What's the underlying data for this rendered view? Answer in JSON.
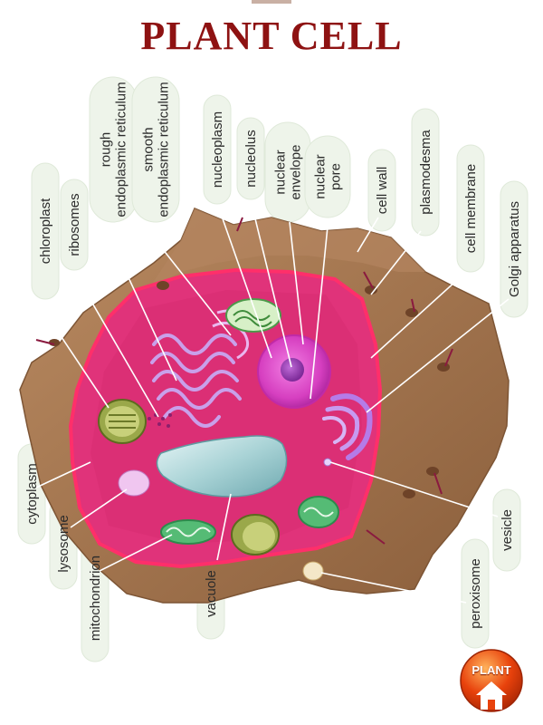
{
  "title": "PLANT CELL",
  "labels": [
    {
      "id": "chloroplast",
      "lines": [
        "chloroplast"
      ]
    },
    {
      "id": "ribosomes",
      "lines": [
        "ribosomes"
      ]
    },
    {
      "id": "rough-er",
      "lines": [
        "rough",
        "endoplasmic reticulum"
      ]
    },
    {
      "id": "smooth-er",
      "lines": [
        "smooth",
        "endoplasmic reticulum"
      ]
    },
    {
      "id": "nucleoplasm",
      "lines": [
        "nucleoplasm"
      ]
    },
    {
      "id": "nucleolus",
      "lines": [
        "nucleolus"
      ]
    },
    {
      "id": "nuclear-envelope",
      "lines": [
        "nuclear",
        "envelope"
      ]
    },
    {
      "id": "nuclear-pore",
      "lines": [
        "nuclear",
        "pore"
      ]
    },
    {
      "id": "cell-wall",
      "lines": [
        "cell wall"
      ]
    },
    {
      "id": "plasmodesma",
      "lines": [
        "plasmodesma"
      ]
    },
    {
      "id": "cell-membrane",
      "lines": [
        "cell membrane"
      ]
    },
    {
      "id": "golgi-apparatus",
      "lines": [
        "Golgi apparatus"
      ]
    },
    {
      "id": "cytoplasm",
      "lines": [
        "cytoplasm"
      ]
    },
    {
      "id": "lysosome",
      "lines": [
        "lysosome"
      ]
    },
    {
      "id": "mitochondrion",
      "lines": [
        "mitochondrion"
      ]
    },
    {
      "id": "vacuole",
      "lines": [
        "vacuole"
      ]
    },
    {
      "id": "vesicle",
      "lines": [
        "vesicle"
      ]
    },
    {
      "id": "peroxisome",
      "lines": [
        "peroxisome"
      ]
    }
  ],
  "home_button": {
    "label": "PLANT",
    "icon": "home-icon"
  },
  "colors": {
    "title": "#8e1212",
    "cell_wall": "#a5774f",
    "cytoplasm": "#e0337a",
    "membrane": "#ff2f6a",
    "vacuole": "#a9d3d6",
    "nucleus": "#d63fc0",
    "chloroplast": "#7a8f2e",
    "mitochondrion": "#2f9f5a",
    "golgi": "#b57be8",
    "label_bubble": "#e9f1e4",
    "button": "#e8420c"
  }
}
